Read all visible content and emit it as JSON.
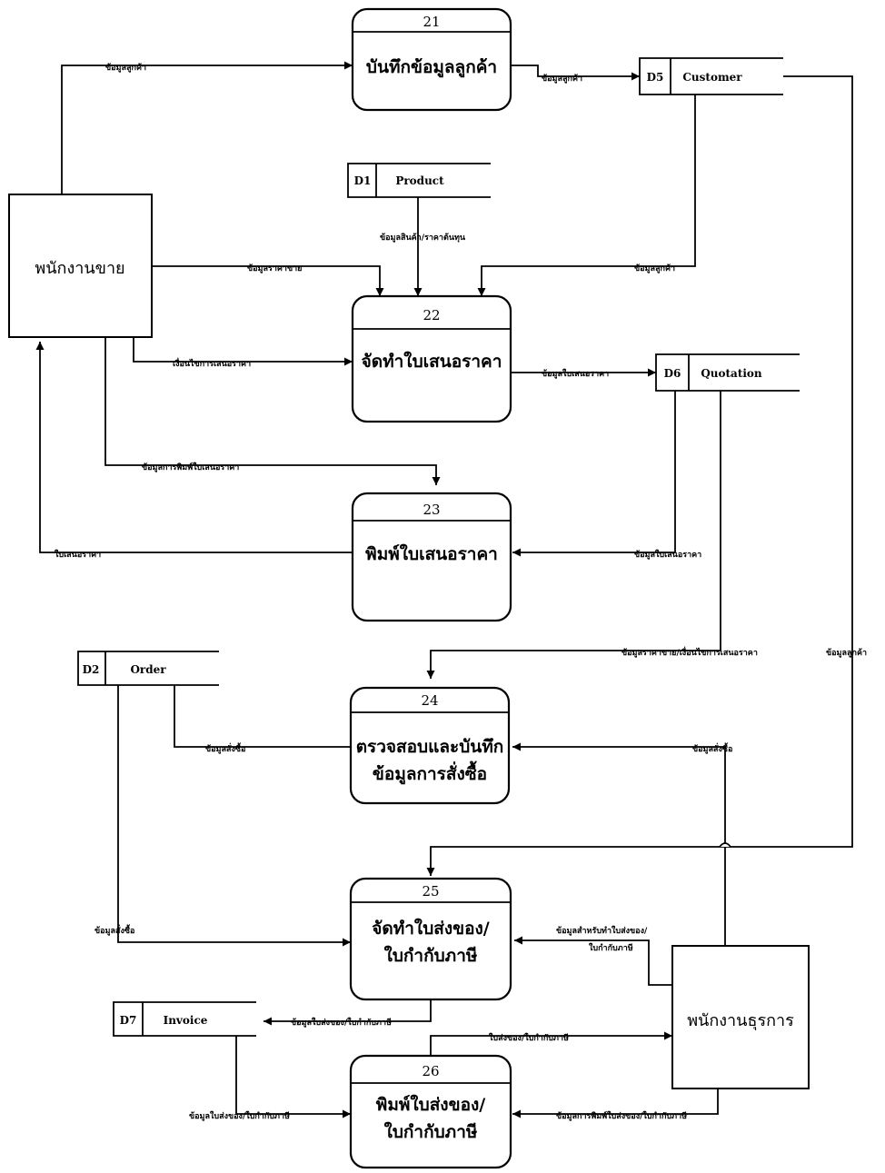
{
  "processes": [
    {
      "id": "p21",
      "number": "21",
      "label": [
        "บันทึกข้อมูลลูกค้า"
      ]
    },
    {
      "id": "p22",
      "number": "22",
      "label": [
        "จัดทำใบเสนอราคา"
      ]
    },
    {
      "id": "p23",
      "number": "23",
      "label": [
        "พิมพ์ใบเสนอราคา"
      ]
    },
    {
      "id": "p24",
      "number": "24",
      "label": [
        "ตรวจสอบและบันทึก",
        "ข้อมูลการสั่งซื้อ"
      ]
    },
    {
      "id": "p25",
      "number": "25",
      "label": [
        "จัดทำใบส่งของ/",
        "ใบกำกับภาษี"
      ]
    },
    {
      "id": "p26",
      "number": "26",
      "label": [
        "พิมพ์ใบส่งของ/",
        "ใบกำกับภาษี"
      ]
    }
  ],
  "entities": {
    "sales": "พนักงานขาย",
    "admin": "พนักงานธุรการ"
  },
  "datastores": [
    {
      "id": "d5",
      "code": "D5",
      "name": "Customer"
    },
    {
      "id": "d1",
      "code": "D1",
      "name": "Product"
    },
    {
      "id": "d6",
      "code": "D6",
      "name": "Quotation"
    },
    {
      "id": "d2",
      "code": "D2",
      "name": "Order"
    },
    {
      "id": "d7",
      "code": "D7",
      "name": "Invoice"
    }
  ],
  "flows": {
    "f1": "ข้อมูลลูกค้า",
    "f2": "ข้อมูลลูกค้า",
    "f3": "ข้อมูลสินค้า/ราคาต้นทุน",
    "f4": "ข้อมูลราคาขาย",
    "f5": "ข้อมูลลูกค้า",
    "f6": "เงื่อนไขการเสนอราคา",
    "f7": "ข้อมูลใบเสนอราคา",
    "f8": "ข้อมูลการพิมพ์ใบเสนอราคา",
    "f9": "ใบเสนอราคา",
    "f10": "ข้อมูลใบเสนอราคา",
    "f11": "ข้อมูลราคาขาย/เงื่อนไขการเสนอราคา",
    "f12": "ข้อมูลลูกค้า",
    "f13": "ข้อมูลสั่งซื้อ",
    "f14": "ข้อมูลสั่งซื้อ",
    "f15": "ข้อมูลสั่งซื้อ",
    "f16a": "ข้อมูลสำหรับทำใบส่งของ/",
    "f16b": "ใบกำกับภาษี",
    "f17": "ข้อมูลใบส่งของ/ใบกำกับภาษี",
    "f18": "ใบส่งของ/ใบกำกับภาษี",
    "f19": "ข้อมูลใบส่งของ/ใบกำกับภาษี",
    "f20": "ข้อมูลการพิมพ์ใบส่งของ/ใบกำกับภาษี"
  }
}
